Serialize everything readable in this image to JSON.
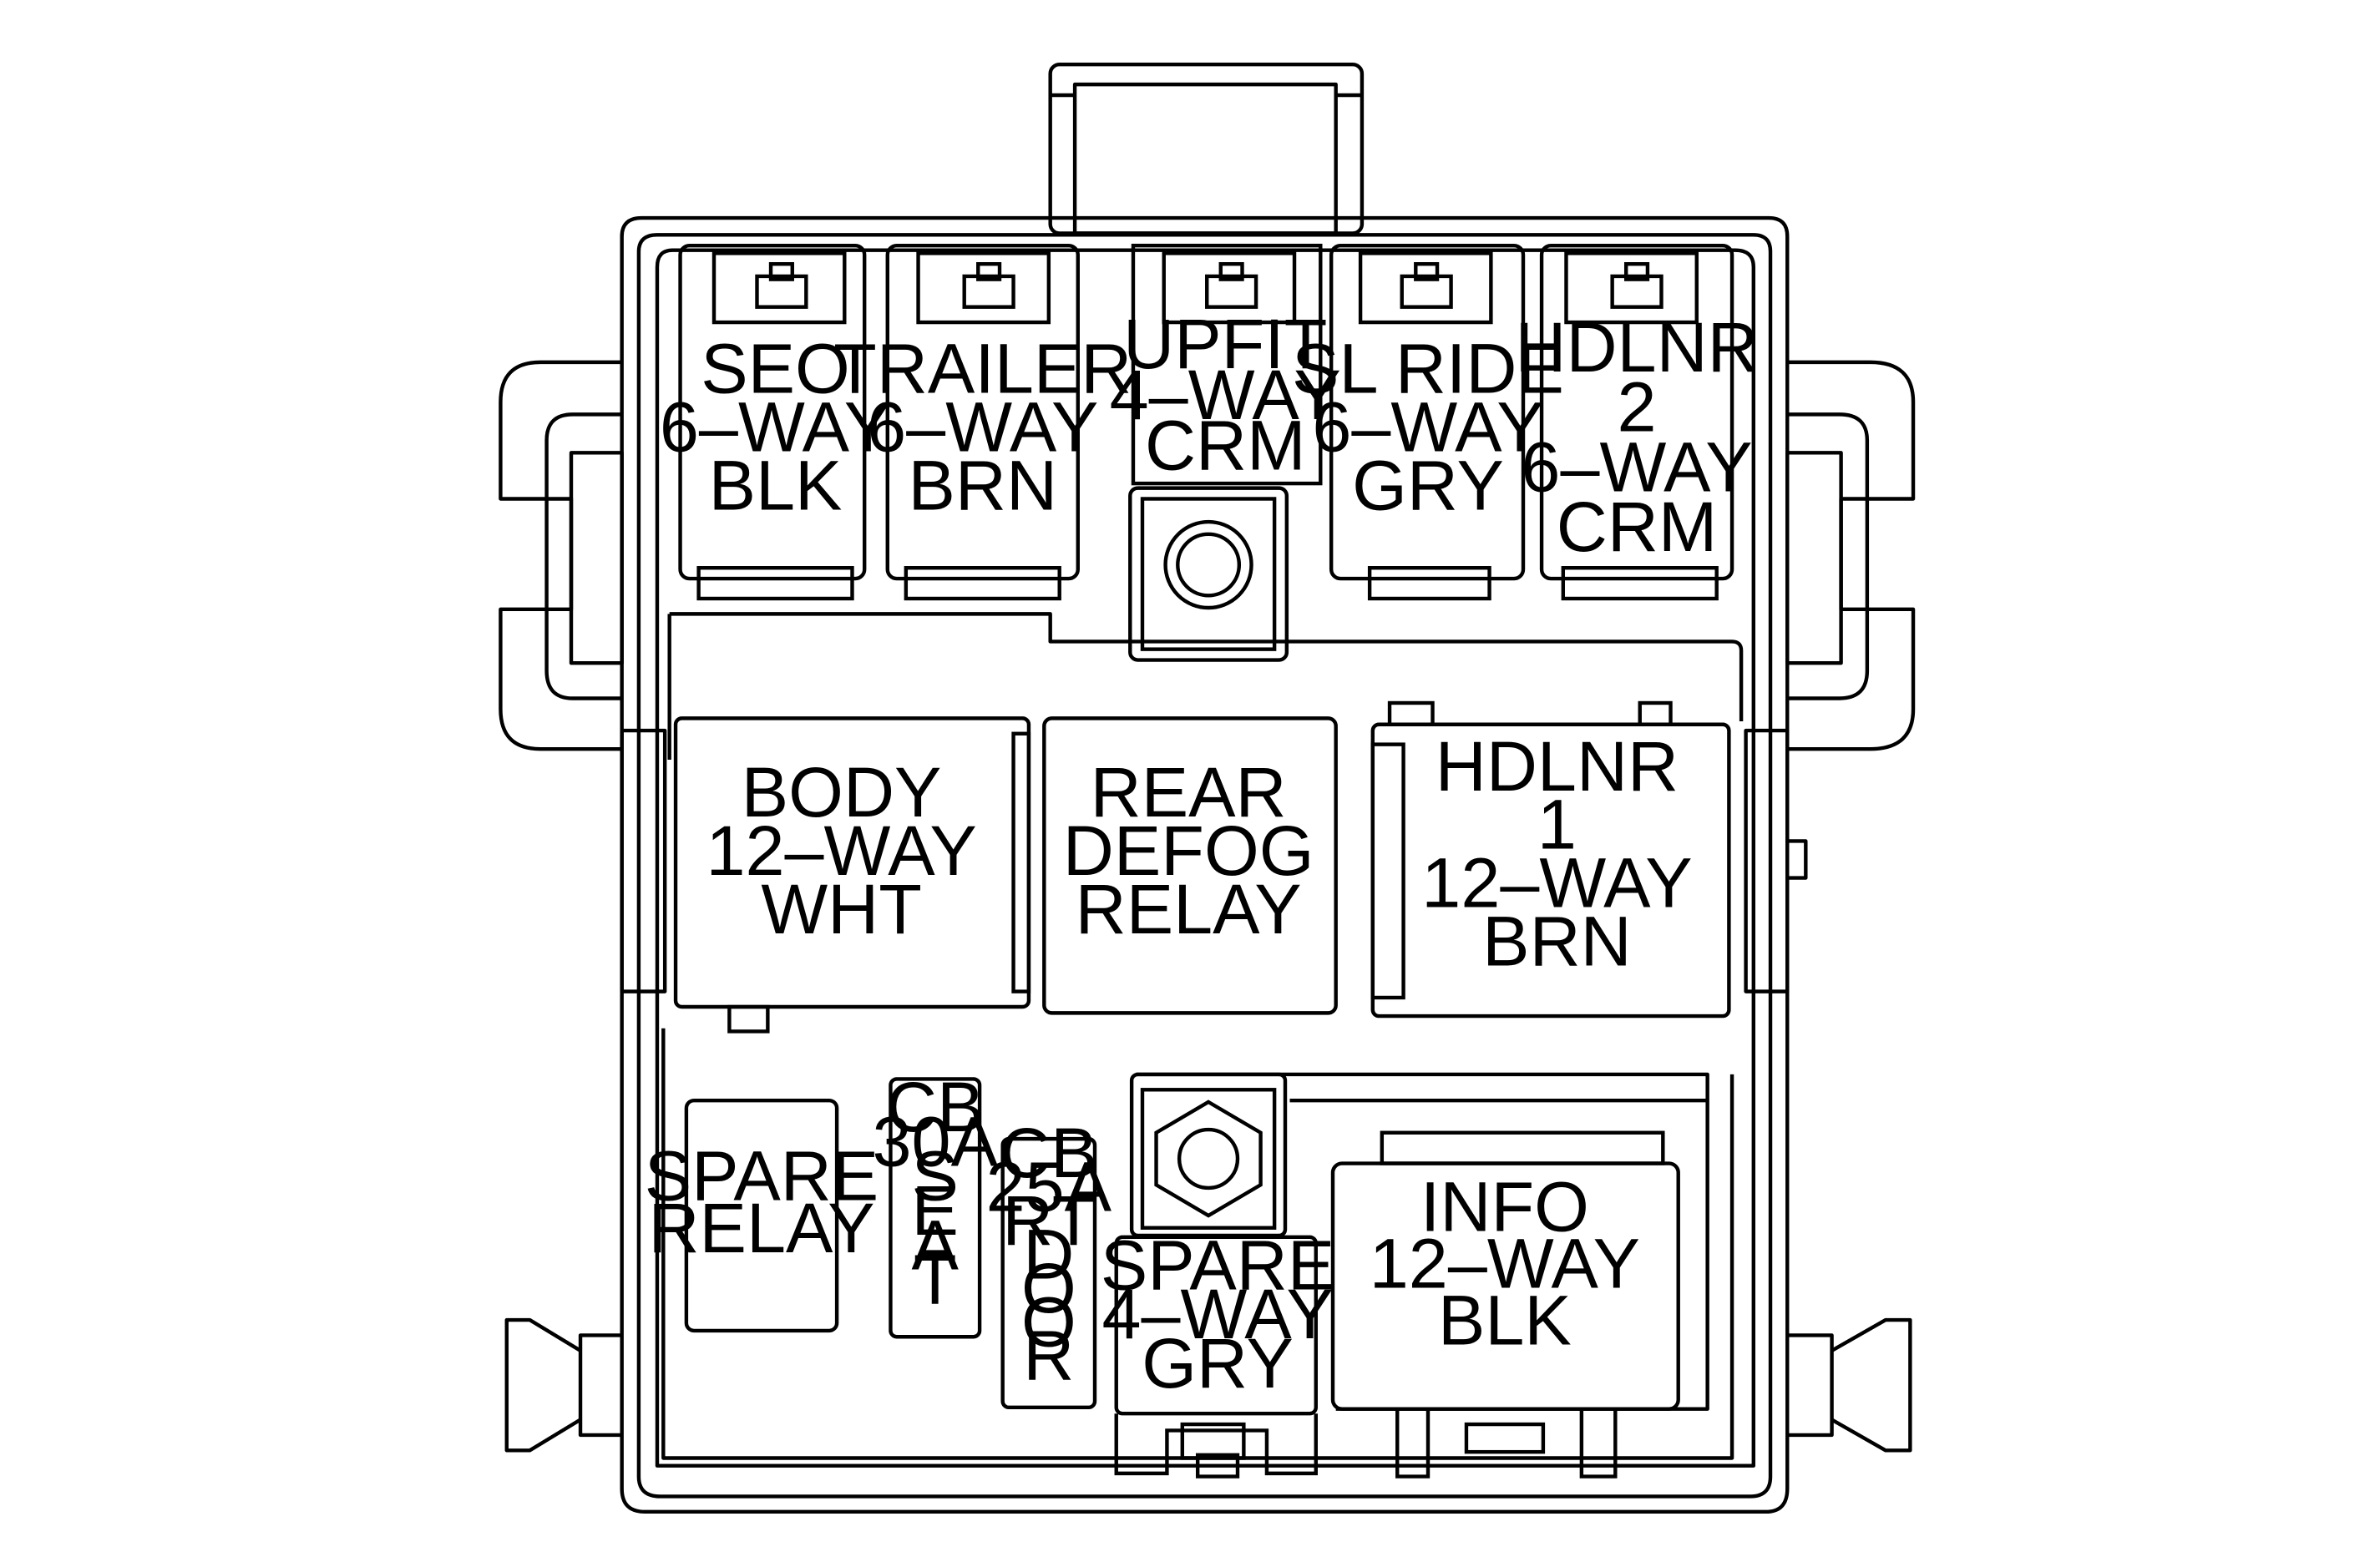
{
  "components": {
    "seo": {
      "lines": [
        "SEO",
        "6–WAY",
        "BLK"
      ]
    },
    "trailer": {
      "lines": [
        "TRAILER",
        "6–WAY",
        "BRN"
      ]
    },
    "upfit": {
      "lines": [
        "UPFIT",
        "4–WAY",
        "CRM"
      ]
    },
    "sl_ride": {
      "lines": [
        "SL RIDE",
        "6–WAY",
        "GRY"
      ]
    },
    "hdlnr2": {
      "lines": [
        "HDLNR",
        "2",
        "6–WAY",
        "CRM"
      ]
    },
    "body": {
      "lines": [
        "BODY",
        "12–WAY",
        "WHT"
      ]
    },
    "rear_defog": {
      "lines": [
        "REAR",
        "DEFOG",
        "RELAY"
      ]
    },
    "hdlnr1": {
      "lines": [
        "HDLNR",
        "1",
        "12–WAY",
        "BRN"
      ]
    },
    "spare_relay": {
      "lines": [
        "SPARE",
        "RELAY"
      ]
    },
    "cb30": {
      "lines": [
        "CB",
        "30A",
        "S",
        "E",
        "A",
        "T"
      ]
    },
    "cb25": {
      "lines": [
        "CB",
        "25A",
        "RT",
        "D",
        "O",
        "O",
        "R"
      ]
    },
    "spare4": {
      "lines": [
        "SPARE",
        "4–WAY",
        "GRY"
      ]
    },
    "info": {
      "lines": [
        "INFO",
        "12–WAY",
        "BLK"
      ]
    }
  }
}
